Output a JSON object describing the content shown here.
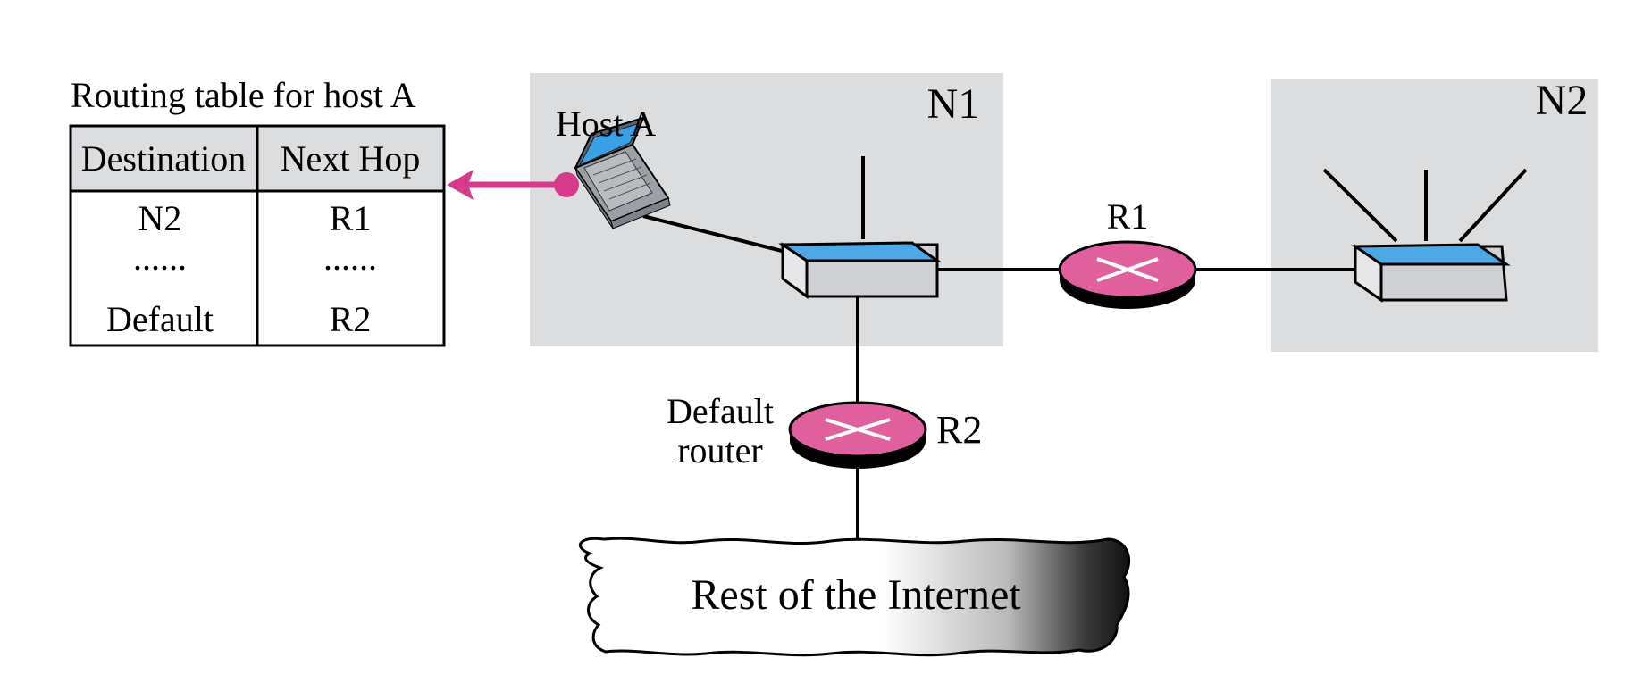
{
  "routing_table": {
    "title": "Routing table for host A",
    "headers": [
      "Destination",
      "Next Hop"
    ],
    "rows": [
      [
        "N2",
        "R1"
      ],
      [
        "......",
        "......"
      ],
      [
        "Default",
        "R2"
      ]
    ]
  },
  "networks": {
    "n1": "N1",
    "n2": "N2"
  },
  "host": {
    "label": "Host A"
  },
  "routers": {
    "r1": "R1",
    "r2": "R2",
    "default_line1": "Default",
    "default_line2": "router"
  },
  "internet": {
    "label": "Rest of the Internet"
  },
  "colors": {
    "network_bg": "#dcdddf",
    "switch_top": "#4fa8e6",
    "router_top": "#e0609e",
    "arrow": "#d63a8a"
  }
}
